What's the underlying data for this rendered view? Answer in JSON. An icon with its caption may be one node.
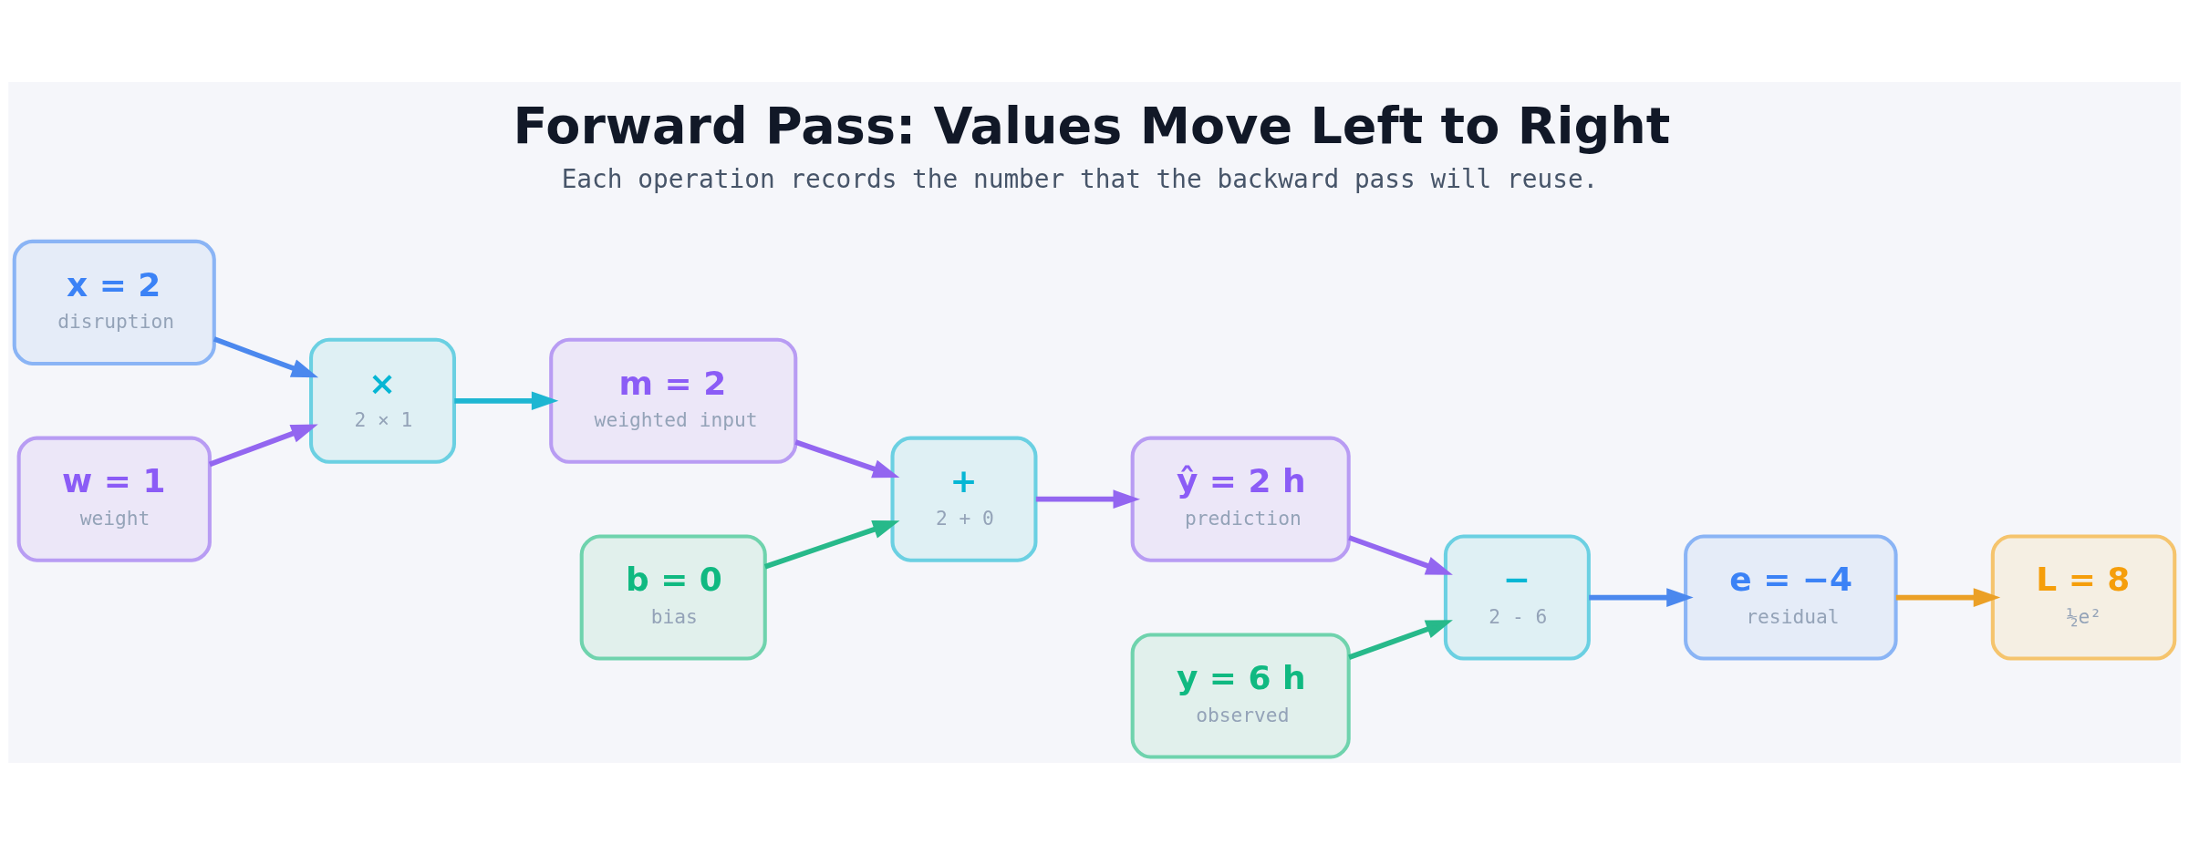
{
  "diagram": {
    "title": "Forward Pass: Values Move Left to Right",
    "caption": "Each operation records the number that the backward pass will reuse.",
    "nodes": [
      {
        "text": [
          "x = 2",
          "disruption"
        ]
      },
      {
        "text": [
          "w = 1",
          "weight"
        ]
      },
      {
        "text": [
          "×",
          "2 × 1"
        ]
      },
      {
        "text": [
          "m = 2",
          "weighted input"
        ]
      },
      {
        "text": [
          "b = 0",
          "bias"
        ]
      },
      {
        "text": [
          "+",
          "2 + 0"
        ]
      },
      {
        "text": [
          "ŷ = 2 h",
          "prediction"
        ]
      },
      {
        "text": [
          "y = 6 h",
          "observed"
        ]
      },
      {
        "text": [
          "−",
          "2 - 6"
        ]
      },
      {
        "text": [
          "e = −4",
          "residual"
        ]
      },
      {
        "text": [
          "L = 8",
          "½e²"
        ]
      }
    ],
    "edges": [
      {
        "from": 0,
        "to": 2,
        "arrow": "to",
        "color": "#4b88ee"
      },
      {
        "from": 1,
        "to": 2,
        "arrow": "to"
      },
      {
        "from": 2,
        "to": 3,
        "arrow": "to",
        "color": "#1eb6d2"
      },
      {
        "from": 3,
        "to": 5,
        "arrow": "to"
      },
      {
        "from": 4,
        "to": 5,
        "arrow": "to",
        "color": "#27b98a"
      },
      {
        "from": 5,
        "to": 6,
        "arrow": "to"
      },
      {
        "from": 6,
        "to": 8,
        "arrow": "to"
      },
      {
        "from": 7,
        "to": 8,
        "arrow": "to",
        "color": "#27b98a"
      },
      {
        "from": 8,
        "to": 9,
        "arrow": "to",
        "color": "#4b88ee"
      },
      {
        "from": 9,
        "to": 10,
        "arrow": "to",
        "color": "#eba026"
      }
    ]
  }
}
